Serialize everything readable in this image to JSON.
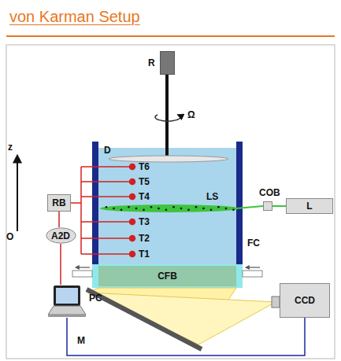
{
  "diagram": {
    "title": "von Karman Setup",
    "nodes": [
      {
        "text": [
          "R"
        ]
      },
      {
        "text": [
          "COB"
        ]
      },
      {
        "text": [
          "L"
        ]
      },
      {
        "text": [
          "CFB"
        ]
      },
      {
        "text": [
          "RB"
        ]
      },
      {
        "text": [
          "A2D"
        ]
      },
      {
        "text": [
          "PC"
        ]
      },
      {
        "text": [
          "CCD"
        ]
      }
    ],
    "edges": [
      {
        "from": 2,
        "to": 1,
        "arrow": "none"
      },
      {
        "from": 4,
        "to": 5,
        "arrow": "none"
      },
      {
        "from": 5,
        "to": 6,
        "arrow": "none"
      },
      {
        "from": 6,
        "to": 7,
        "arrow": "none"
      }
    ],
    "labels": [
      "z",
      "O",
      "Ω",
      "D",
      "T6",
      "T5",
      "T4",
      "T3",
      "T2",
      "T1",
      "LS",
      "FC",
      "M"
    ]
  }
}
